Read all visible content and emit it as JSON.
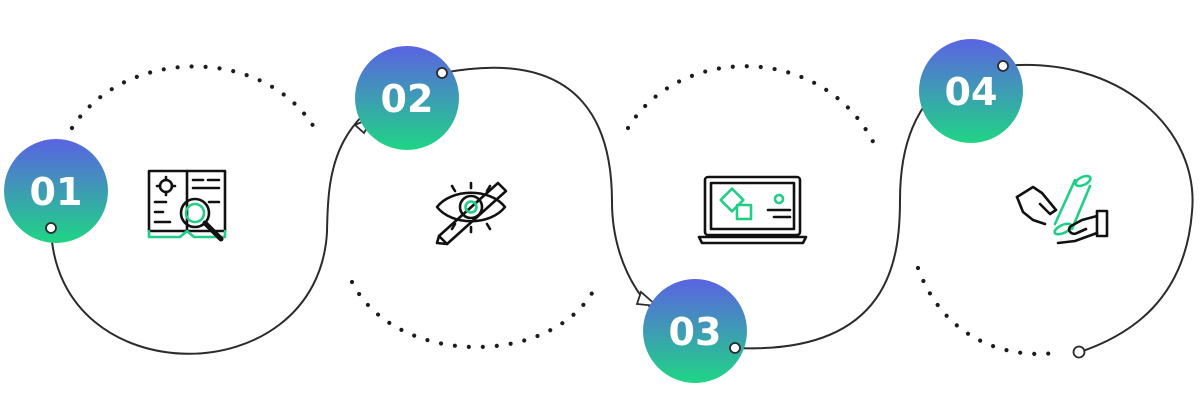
{
  "colors": {
    "gradient_top": "#5b63e2",
    "gradient_bottom": "#1fd585",
    "line": "#2b2b2b",
    "dots": "#1c1c1c",
    "icon_dark": "#111111",
    "icon_accent": "#1fcf86",
    "step_text": "#ffffff"
  },
  "steps": [
    {
      "number": "01",
      "icon": "research-book-magnifier-icon"
    },
    {
      "number": "02",
      "icon": "eye-pencil-design-icon"
    },
    {
      "number": "03",
      "icon": "laptop-design-icon"
    },
    {
      "number": "04",
      "icon": "handshake-scroll-icon"
    }
  ]
}
